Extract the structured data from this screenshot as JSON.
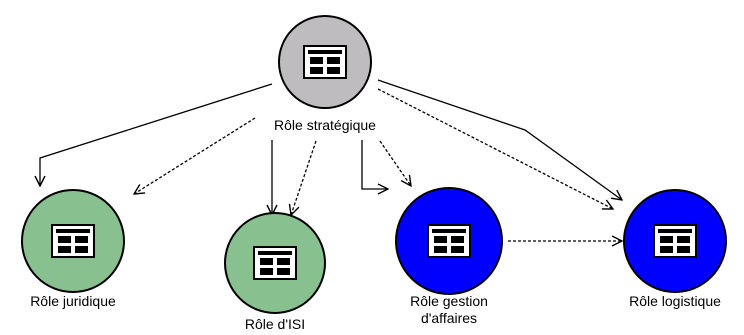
{
  "diagram": {
    "nodes": [
      {
        "id": "strategique",
        "label": [
          "Rôle stratégique"
        ],
        "color": "#bfbcbf",
        "icon": "table-icon"
      },
      {
        "id": "juridique",
        "label": [
          "Rôle juridique"
        ],
        "color": "#88c08f",
        "icon": "table-icon"
      },
      {
        "id": "isi",
        "label": [
          "Rôle d'ISI"
        ],
        "color": "#88c08f",
        "icon": "table-icon"
      },
      {
        "id": "gestion",
        "label": [
          "Rôle gestion",
          "d'affaires"
        ],
        "color": "#0000ff",
        "icon": "table-icon"
      },
      {
        "id": "logistique",
        "label": [
          "Rôle logistique"
        ],
        "color": "#0000ff",
        "icon": "table-icon"
      }
    ],
    "edges": [
      {
        "from": "strategique",
        "to": "juridique",
        "style": "solid"
      },
      {
        "from": "strategique",
        "to": "juridique",
        "style": "dashed"
      },
      {
        "from": "strategique",
        "to": "isi",
        "style": "solid"
      },
      {
        "from": "strategique",
        "to": "isi",
        "style": "dashed"
      },
      {
        "from": "strategique",
        "to": "gestion",
        "style": "solid"
      },
      {
        "from": "strategique",
        "to": "gestion",
        "style": "dashed"
      },
      {
        "from": "strategique",
        "to": "logistique",
        "style": "solid"
      },
      {
        "from": "strategique",
        "to": "logistique",
        "style": "dashed"
      },
      {
        "from": "gestion",
        "to": "logistique",
        "style": "dashed"
      }
    ]
  }
}
